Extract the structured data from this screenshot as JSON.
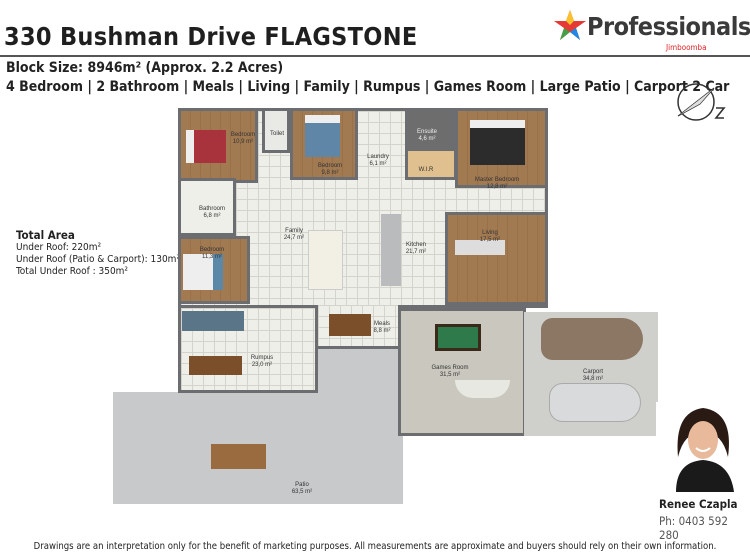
{
  "header": {
    "title": "330 Bushman Drive FLAGSTONE",
    "block_size": "Block Size: 8946m² (Approx. 2.2 Acres)",
    "features": "4 Bedroom | 2 Bathroom | Meals | Living | Family | Rumpus | Games Room | Large Patio | Carport 2 Car"
  },
  "logo": {
    "name": "Professionals",
    "sub": "Jimboomba",
    "colors": [
      "#e53935",
      "#fbc02d",
      "#43a047",
      "#1e88e5"
    ]
  },
  "total_area": {
    "heading": "Total Area",
    "lines": [
      "Under Roof: 220m²",
      "Under Roof (Patio & Carport): 130m²",
      "Total Under Roof : 350m²"
    ]
  },
  "rooms": [
    {
      "name": "Bedroom",
      "area": "10,9 m²"
    },
    {
      "name": "Toilet",
      "area": ""
    },
    {
      "name": "Bedroom",
      "area": "9,8 m²"
    },
    {
      "name": "Laundry",
      "area": "6,1 m²"
    },
    {
      "name": "Ensuite",
      "area": "4,6 m²"
    },
    {
      "name": "W.I.R",
      "area": ""
    },
    {
      "name": "Master Bedroom",
      "area": "12,8 m²"
    },
    {
      "name": "Bathroom",
      "area": "6,8 m²"
    },
    {
      "name": "Bedroom",
      "area": "11,3 m²"
    },
    {
      "name": "Family",
      "area": "24,7 m²"
    },
    {
      "name": "Kitchen",
      "area": "21,7 m²"
    },
    {
      "name": "Living",
      "area": "17,5 m²"
    },
    {
      "name": "Meals",
      "area": "8,8 m²"
    },
    {
      "name": "Rumpus",
      "area": "23,0 m²"
    },
    {
      "name": "Games Room",
      "area": "31,5 m²"
    },
    {
      "name": "Carport",
      "area": "34,8 m²"
    },
    {
      "name": "Patio",
      "area": "63,5 m²"
    }
  ],
  "agent": {
    "name": "Renee Czapla",
    "phone": "Ph: 0403 592 280"
  },
  "disclaimer": "Drawings are an interpretation only for the benefit of marketing purposes.  All measurements are approximate and buyers should rely on their own information."
}
